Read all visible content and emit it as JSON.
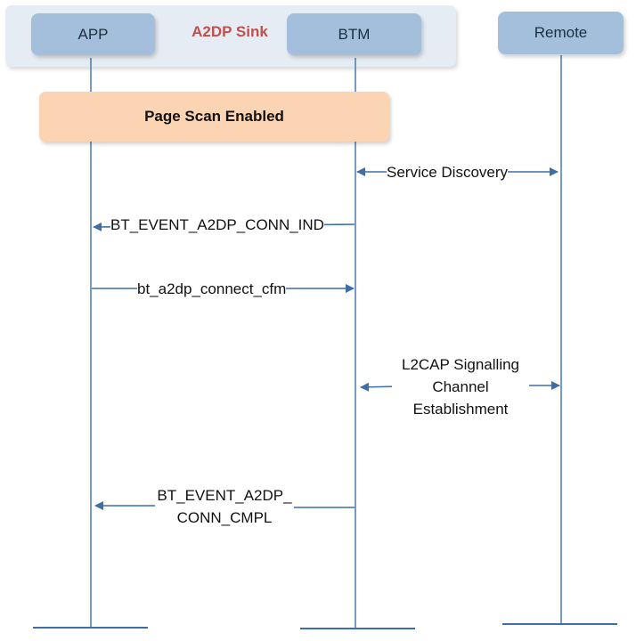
{
  "group": {
    "title": "A2DP Sink"
  },
  "actors": {
    "app": "APP",
    "btm": "BTM",
    "remote": "Remote"
  },
  "banner": {
    "label": "Page Scan Enabled"
  },
  "messages": {
    "service_discovery": "Service Discovery",
    "conn_ind": "BT_EVENT_A2DP_CONN_IND",
    "connect_cfm": "bt_a2dp_connect_cfm",
    "l2cap_line1": "L2CAP Signalling",
    "l2cap_line2": "Channel",
    "l2cap_line3": "Establishment",
    "conn_cmpl_line1": "BT_EVENT_A2DP_",
    "conn_cmpl_line2": "CONN_CMPL"
  },
  "colors": {
    "lifeline": "#4a7ab0",
    "actor_fill": "#a3bfdc",
    "group_fill": "#e6ecf3",
    "banner_fill": "#fbd4b4",
    "title_red": "#c0504d"
  }
}
